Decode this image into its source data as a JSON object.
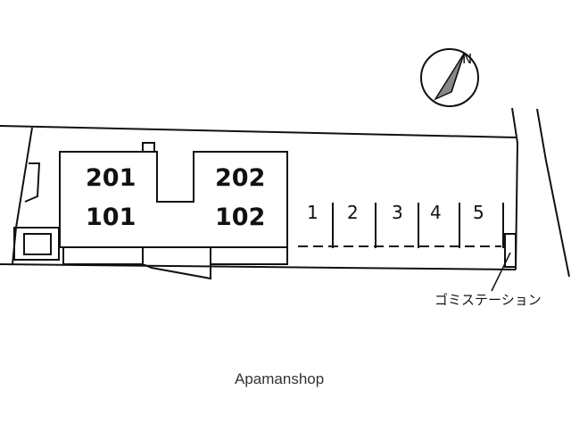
{
  "units": {
    "left_upper": "201",
    "left_lower": "101",
    "right_upper": "202",
    "right_lower": "102"
  },
  "parking_spaces": [
    "1",
    "2",
    "3",
    "4",
    "5"
  ],
  "garbage_station_label": "ゴミステーション",
  "compass_letter": "N",
  "watermark": "Apamanshop"
}
